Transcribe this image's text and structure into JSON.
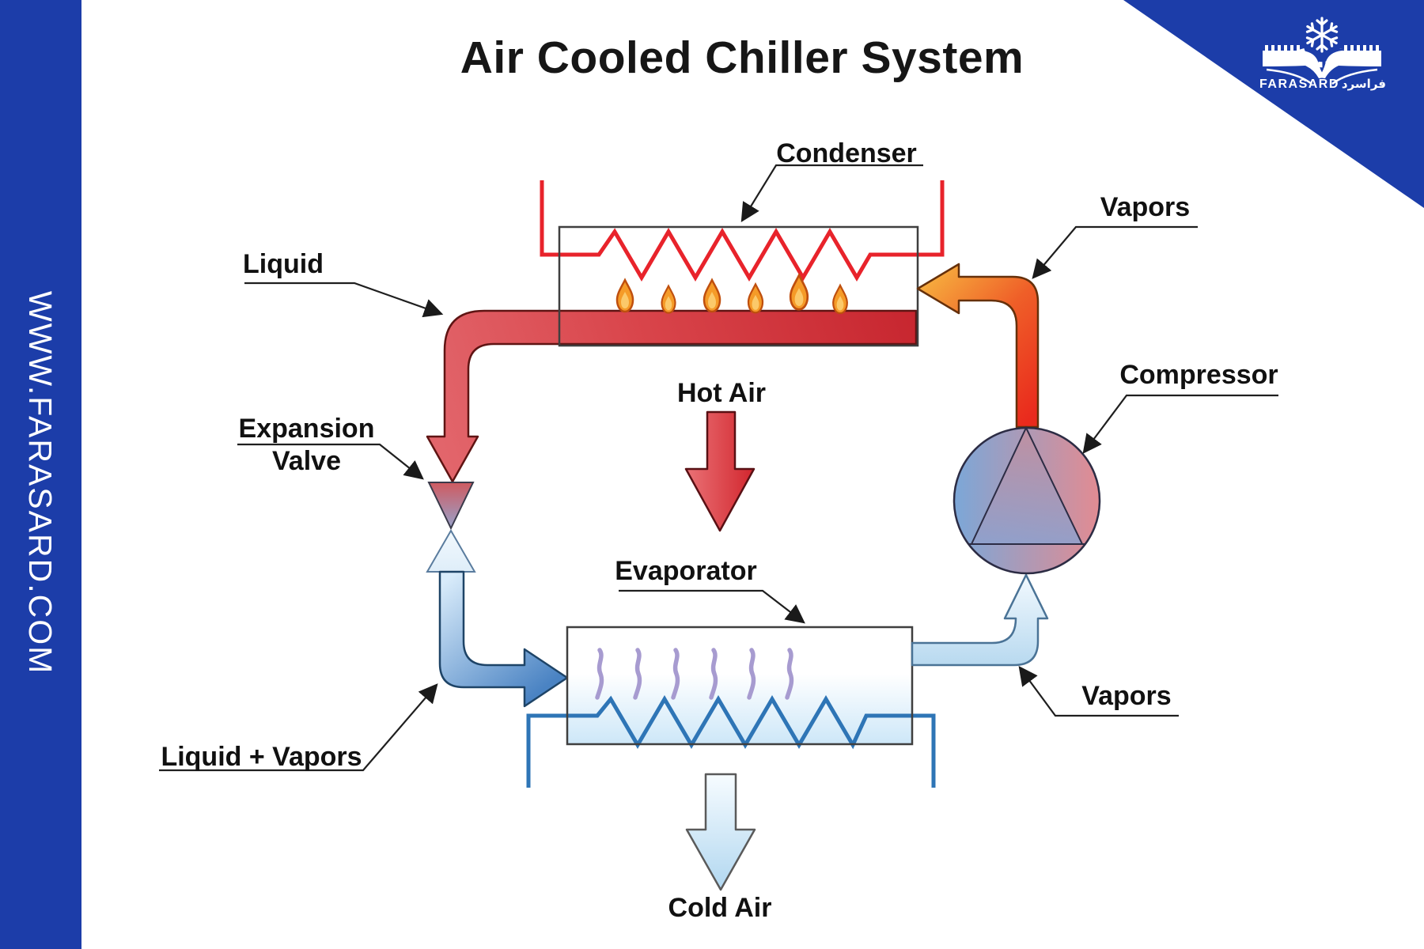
{
  "title": "Air Cooled Chiller System",
  "sidebar": {
    "url": "WWW.FARASARD.COM",
    "bg_color": "#1c3da9"
  },
  "logo": {
    "brand": "FARASARD",
    "brand_arabic": "فراسرد",
    "triangle_color": "#1c3da9",
    "icon": "snowflake-gear"
  },
  "diagram": {
    "components": {
      "condenser": "Condenser",
      "evaporator": "Evaporator",
      "compressor": "Compressor",
      "expansion_valve_line1": "Expansion",
      "expansion_valve_line2": "Valve"
    },
    "flows": {
      "liquid": "Liquid",
      "vapors_discharge": "Vapors",
      "vapors_suction": "Vapors",
      "liquid_vapors": "Liquid + Vapors",
      "hot_air": "Hot Air",
      "cold_air": "Cold Air"
    },
    "colors": {
      "hot_line_red": "#d9292f",
      "cold_line_blue": "#4e87c6",
      "vapor_light_blue": "#cfe7f8",
      "vapor_orange": "#f3a93b",
      "coil_red": "#e8232b",
      "coil_blue": "#2e75b6",
      "flame_orange": "#f59b28",
      "steam_lavender": "#a79bd0"
    }
  }
}
